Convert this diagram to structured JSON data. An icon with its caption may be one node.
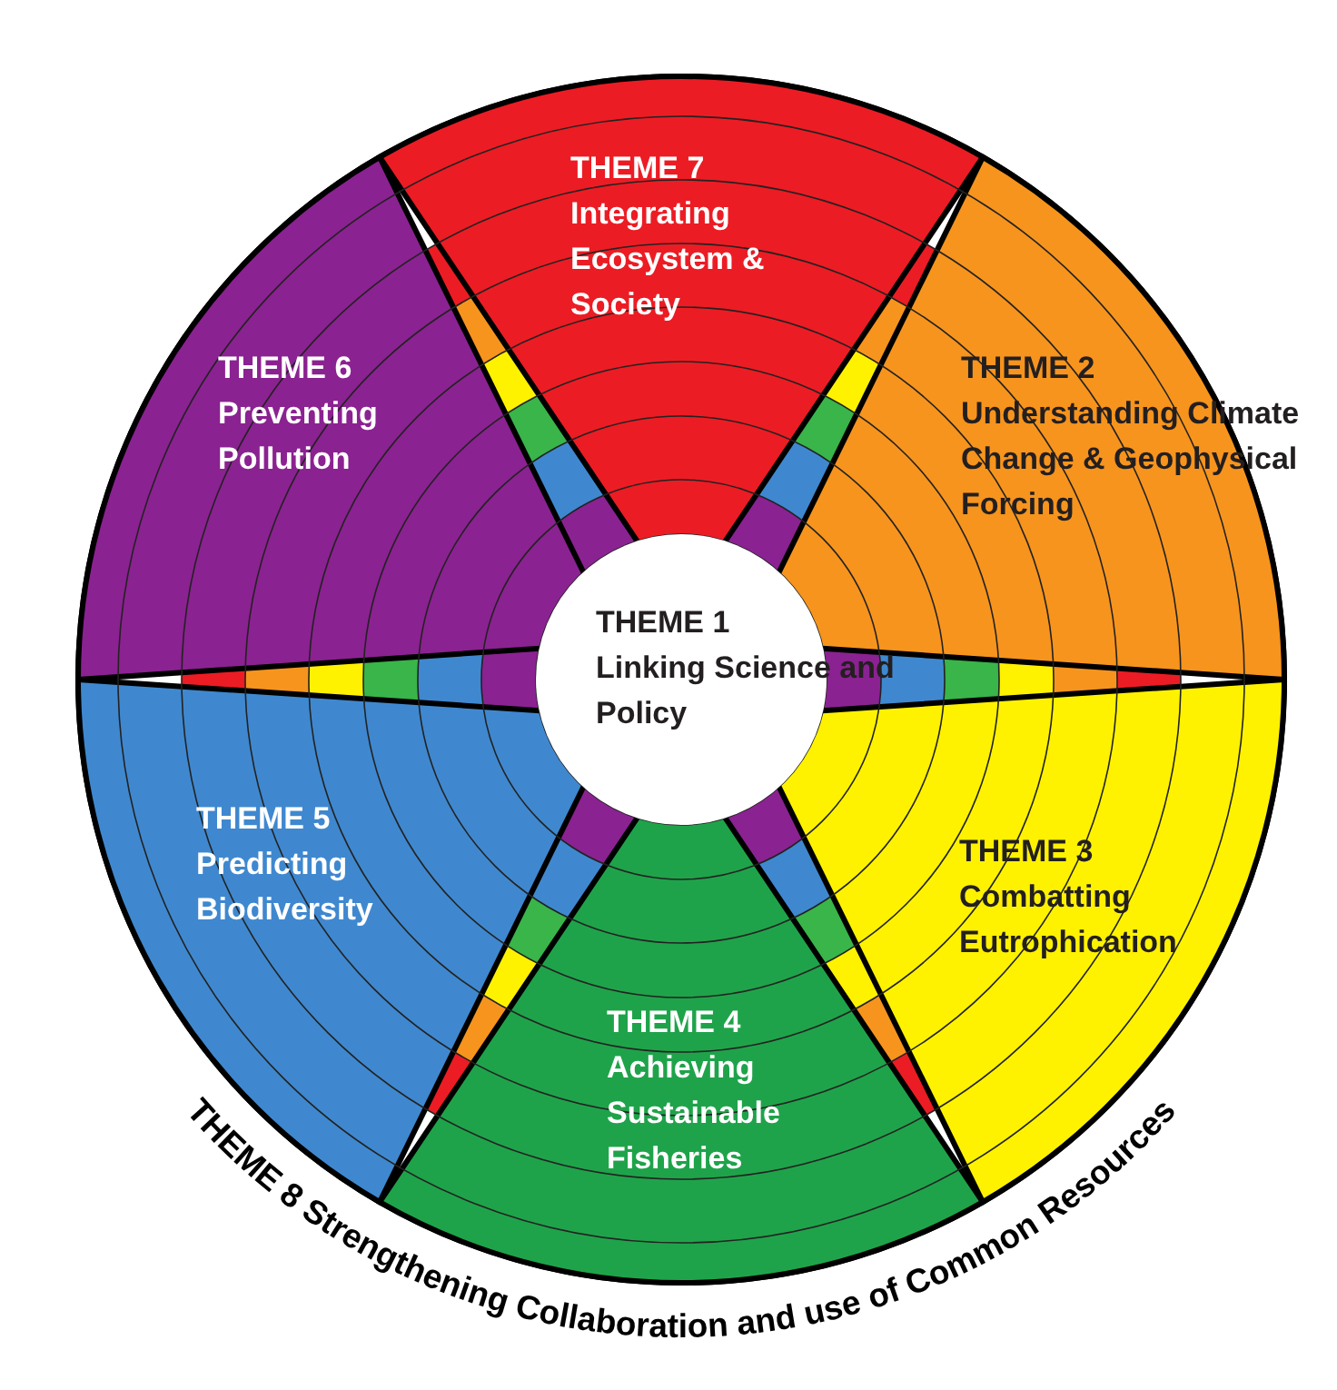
{
  "diagram": {
    "nodes": [
      {
        "text": [
          "THEME 7",
          "Integrating Ecosystem & Society"
        ]
      },
      {
        "text": [
          "THEME 6",
          "Preventing Pollution"
        ]
      },
      {
        "text": [
          "THEME 2",
          "Understanding Climate Change & Geophysical Forcing"
        ]
      },
      {
        "text": [
          "THEME 1",
          "Linking Science and Policy"
        ]
      },
      {
        "text": [
          "THEME 5",
          "Predicting Biodiversity"
        ]
      },
      {
        "text": [
          "THEME 3",
          "Combatting Eutrophication"
        ]
      },
      {
        "text": [
          "THEME 4",
          "Achieving Sustainable Fisheries"
        ]
      }
    ],
    "labels": [
      "THEME 8 Strengthening Collaboration and use of Common Resources"
    ]
  }
}
